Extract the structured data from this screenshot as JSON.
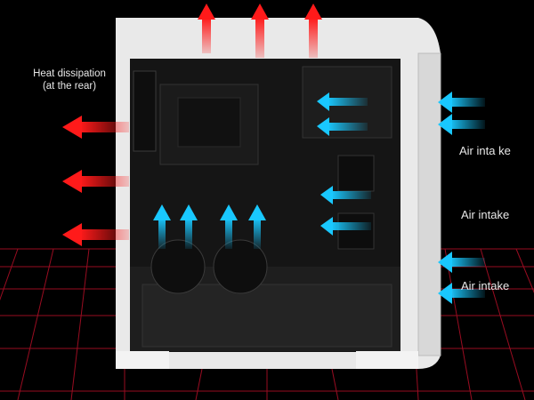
{
  "labels": {
    "heat_line1": "Heat dissipation",
    "heat_line2": "(at the rear)",
    "intake_1": "Air inta ke",
    "intake_2": "Air intake",
    "intake_3": "Air intake"
  },
  "colors": {
    "hot": "#ff1a1a",
    "cool": "#19c8ff",
    "grid": "#c0102a",
    "case_white": "#e9e9e9",
    "interior": "#151515"
  }
}
